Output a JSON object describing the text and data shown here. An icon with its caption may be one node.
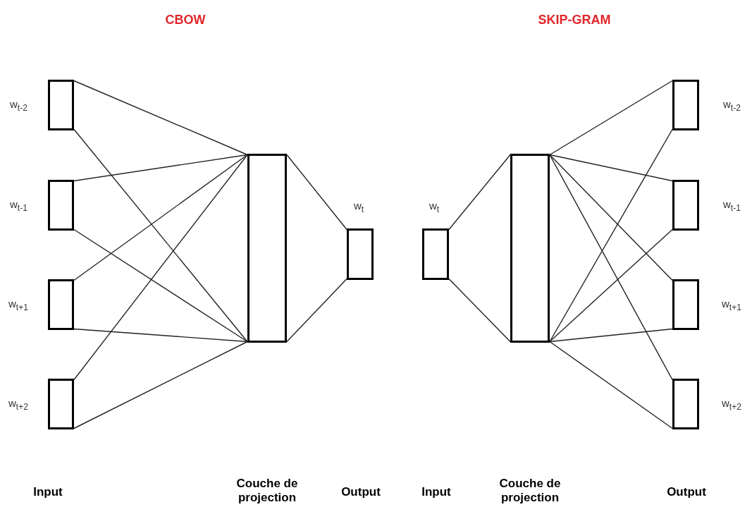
{
  "diagram": {
    "nodes": [
      {
        "text": [],
        "shape": "box",
        "beside": [
          "w$_{t-2}$"
        ]
      },
      {
        "text": [],
        "shape": "box",
        "beside": [
          "w$_{t-1}$"
        ]
      },
      {
        "text": [],
        "shape": "box",
        "beside": [
          "w$_{t+1}$"
        ]
      },
      {
        "text": [],
        "shape": "box",
        "beside": [
          "w$_{t+2}$"
        ]
      },
      {
        "text": [],
        "shape": "box"
      },
      {
        "text": [],
        "shape": "box",
        "beside": [
          "w$_{t}$"
        ]
      },
      {
        "text": [],
        "shape": "box",
        "beside": [
          "w$_{t}$"
        ]
      },
      {
        "text": [],
        "shape": "box"
      },
      {
        "text": [],
        "shape": "box",
        "beside": [
          "w$_{t-2}$"
        ]
      },
      {
        "text": [],
        "shape": "box",
        "beside": [
          "w$_{t-1}$"
        ]
      },
      {
        "text": [],
        "shape": "box",
        "beside": [
          "w$_{t+1}$"
        ]
      },
      {
        "text": [],
        "shape": "box",
        "beside": [
          "w$_{t+2}$"
        ]
      }
    ],
    "edges": [
      {
        "from": 0,
        "to": 4,
        "arrow": "none"
      },
      {
        "from": 0,
        "to": 4,
        "arrow": "none"
      },
      {
        "from": 1,
        "to": 4,
        "arrow": "none"
      },
      {
        "from": 1,
        "to": 4,
        "arrow": "none"
      },
      {
        "from": 2,
        "to": 4,
        "arrow": "none"
      },
      {
        "from": 2,
        "to": 4,
        "arrow": "none"
      },
      {
        "from": 3,
        "to": 4,
        "arrow": "none"
      },
      {
        "from": 3,
        "to": 4,
        "arrow": "none"
      },
      {
        "from": 4,
        "to": 5,
        "arrow": "none"
      },
      {
        "from": 4,
        "to": 5,
        "arrow": "none"
      },
      {
        "from": 6,
        "to": 7,
        "arrow": "none"
      },
      {
        "from": 6,
        "to": 7,
        "arrow": "none"
      },
      {
        "from": 7,
        "to": 8,
        "arrow": "none"
      },
      {
        "from": 7,
        "to": 8,
        "arrow": "none"
      },
      {
        "from": 7,
        "to": 9,
        "arrow": "none"
      },
      {
        "from": 7,
        "to": 9,
        "arrow": "none"
      },
      {
        "from": 7,
        "to": 10,
        "arrow": "none"
      },
      {
        "from": 7,
        "to": 10,
        "arrow": "none"
      },
      {
        "from": 7,
        "to": 11,
        "arrow": "none"
      },
      {
        "from": 7,
        "to": 11,
        "arrow": "none"
      }
    ],
    "labels": [
      "CBOW",
      "SKIP-GRAM",
      "Input",
      "Couche de projection",
      "Output",
      "Input",
      "Couche de projection",
      "Output"
    ]
  }
}
